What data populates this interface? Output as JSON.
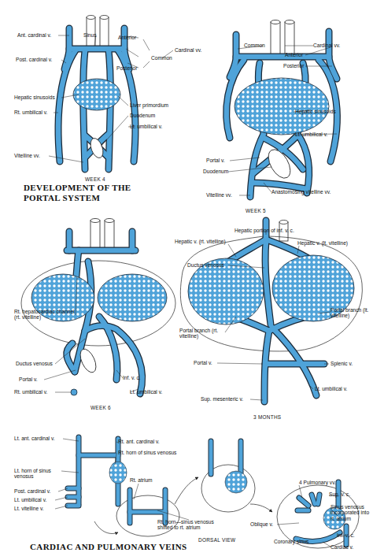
{
  "diagram": {
    "title": "DEVELOPMENT OF THE PORTAL SYSTEM",
    "labels": [
      "Ant. cardinal v.",
      "Sinus",
      "Anterior",
      "Cardinal vv.",
      "Post. cardinal v.",
      "Common",
      "Posterior",
      "Hepatic sinusoids",
      "Liver primordium",
      "Rt. umbilical v.",
      "Duodenum",
      "Lt. umbilical v.",
      "Vitelline vv.",
      "WEEK 4",
      "Common",
      "Cardinal vv.",
      "Anterior",
      "Posterior",
      "Hepatic sinusoids",
      "Lt. umbilical v.",
      "Portal v.",
      "Duodenum",
      "Vitelline vv.",
      "Anastomosing vitelline vv.",
      "WEEK 5",
      "Rt. hepatocardiac channel (rt. vitelline)",
      "Ductus venosus",
      "Inf. v. c.",
      "Portal v.",
      "Lt. umbilical v.",
      "Rt. umbilical v.",
      "WEEK 6",
      "Hepatic portion of inf. v. c.",
      "Hepatic v. (rt. vitelline)",
      "Hepatic v. (lt. vitelline)",
      "Ductus venosus",
      "Portal branch (lt. vitelline)",
      "Portal branch (rt. vitelline)",
      "Splenic v.",
      "Portal v.",
      "Lt. umbilical v.",
      "Sup. mesenteric v.",
      "3 MONTHS",
      "Lt. ant. cardinal v.",
      "Rt. ant. cardinal v.",
      "Rt. horn of sinus venosus",
      "Lt. horn of sinus venosus",
      "Post. cardinal v.",
      "Lt. umbilical v.",
      "Lt. vitelline v.",
      "Rt. atrium",
      "Rt. horn—sinus venosus shifted to rt. atrium",
      "DORSAL VIEW",
      "4 Pulmonary vv.",
      "Sup. v. c.",
      "Sinus venosus incorporated into rt. atrium",
      "Oblique v.",
      "Inf. v. c.",
      "Coronary sinus",
      "Cardiac v.",
      "CARDIAC AND PULMONARY VEINS"
    ]
  }
}
